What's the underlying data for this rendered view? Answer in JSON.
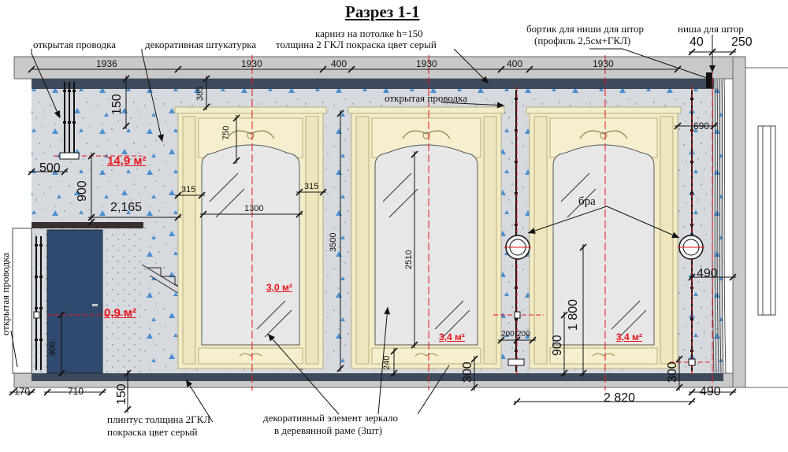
{
  "title": "Разрез 1-1",
  "callouts": {
    "open_wiring_left": "открытая проводка",
    "deco_plaster": "декоративная штукатурка",
    "cornice_line1": "карниз на потолке h=150",
    "cornice_line2": "толщина 2 ГКЛ покраска цвет серый",
    "curtain_rim_line1": "бортик для ниши для штор",
    "curtain_rim_line2": "(профиль 2,5см+ГКЛ)",
    "curtain_niche": "ниша для штор",
    "open_wiring_mid": "открытая проводка",
    "sconce": "бра",
    "open_wiring_vertical": "открытая проводка",
    "skirting_line1": "плинтус толщина 2ГКЛ",
    "skirting_line2": "покраска цвет серый",
    "mirror_line1": "декоративный элемент зеркало",
    "mirror_line2": "в деревянной раме (3шт)"
  },
  "dimensions": {
    "top_chain": [
      "1936",
      "1930",
      "400",
      "1930",
      "400",
      "1930"
    ],
    "niche_40": "40",
    "niche_250": "250",
    "d150_top": "150",
    "d385": "385",
    "d750": "750",
    "d500": "500",
    "d900_left": "900",
    "d2165": "2,165",
    "d315_left": "315",
    "d315_right": "315",
    "d1300": "1300",
    "d3500": "3500",
    "d2510": "2510",
    "d690": "690",
    "d490_mid": "490",
    "d1800": "1 800",
    "d900_mid": "900",
    "d200_a": "200",
    "d200_b": "200",
    "d240": "240",
    "d300_a": "300",
    "d300_b": "300",
    "d2820": "2 820",
    "d490_bottom": "490",
    "d170": "170",
    "d710": "710",
    "d150_bottom": "150",
    "d900_door": "900"
  },
  "areas": {
    "wall_area": "14,9 м²",
    "door_area": "0,9 м²",
    "mirror1_area": "3,0 м²",
    "mirror2_area": "3,4 м²",
    "mirror3_area": "3,4 м²"
  },
  "colors": {
    "wall_fill": "#d6d9de",
    "dark_band": "#3c4a5c",
    "door": "#2f4a6c",
    "frame": "#f3ecc8",
    "frame_edge": "#b8ab7c",
    "mirror": "#e7e7e7",
    "red_axis": "#e8141b",
    "triangle": "#4a8fd0"
  }
}
